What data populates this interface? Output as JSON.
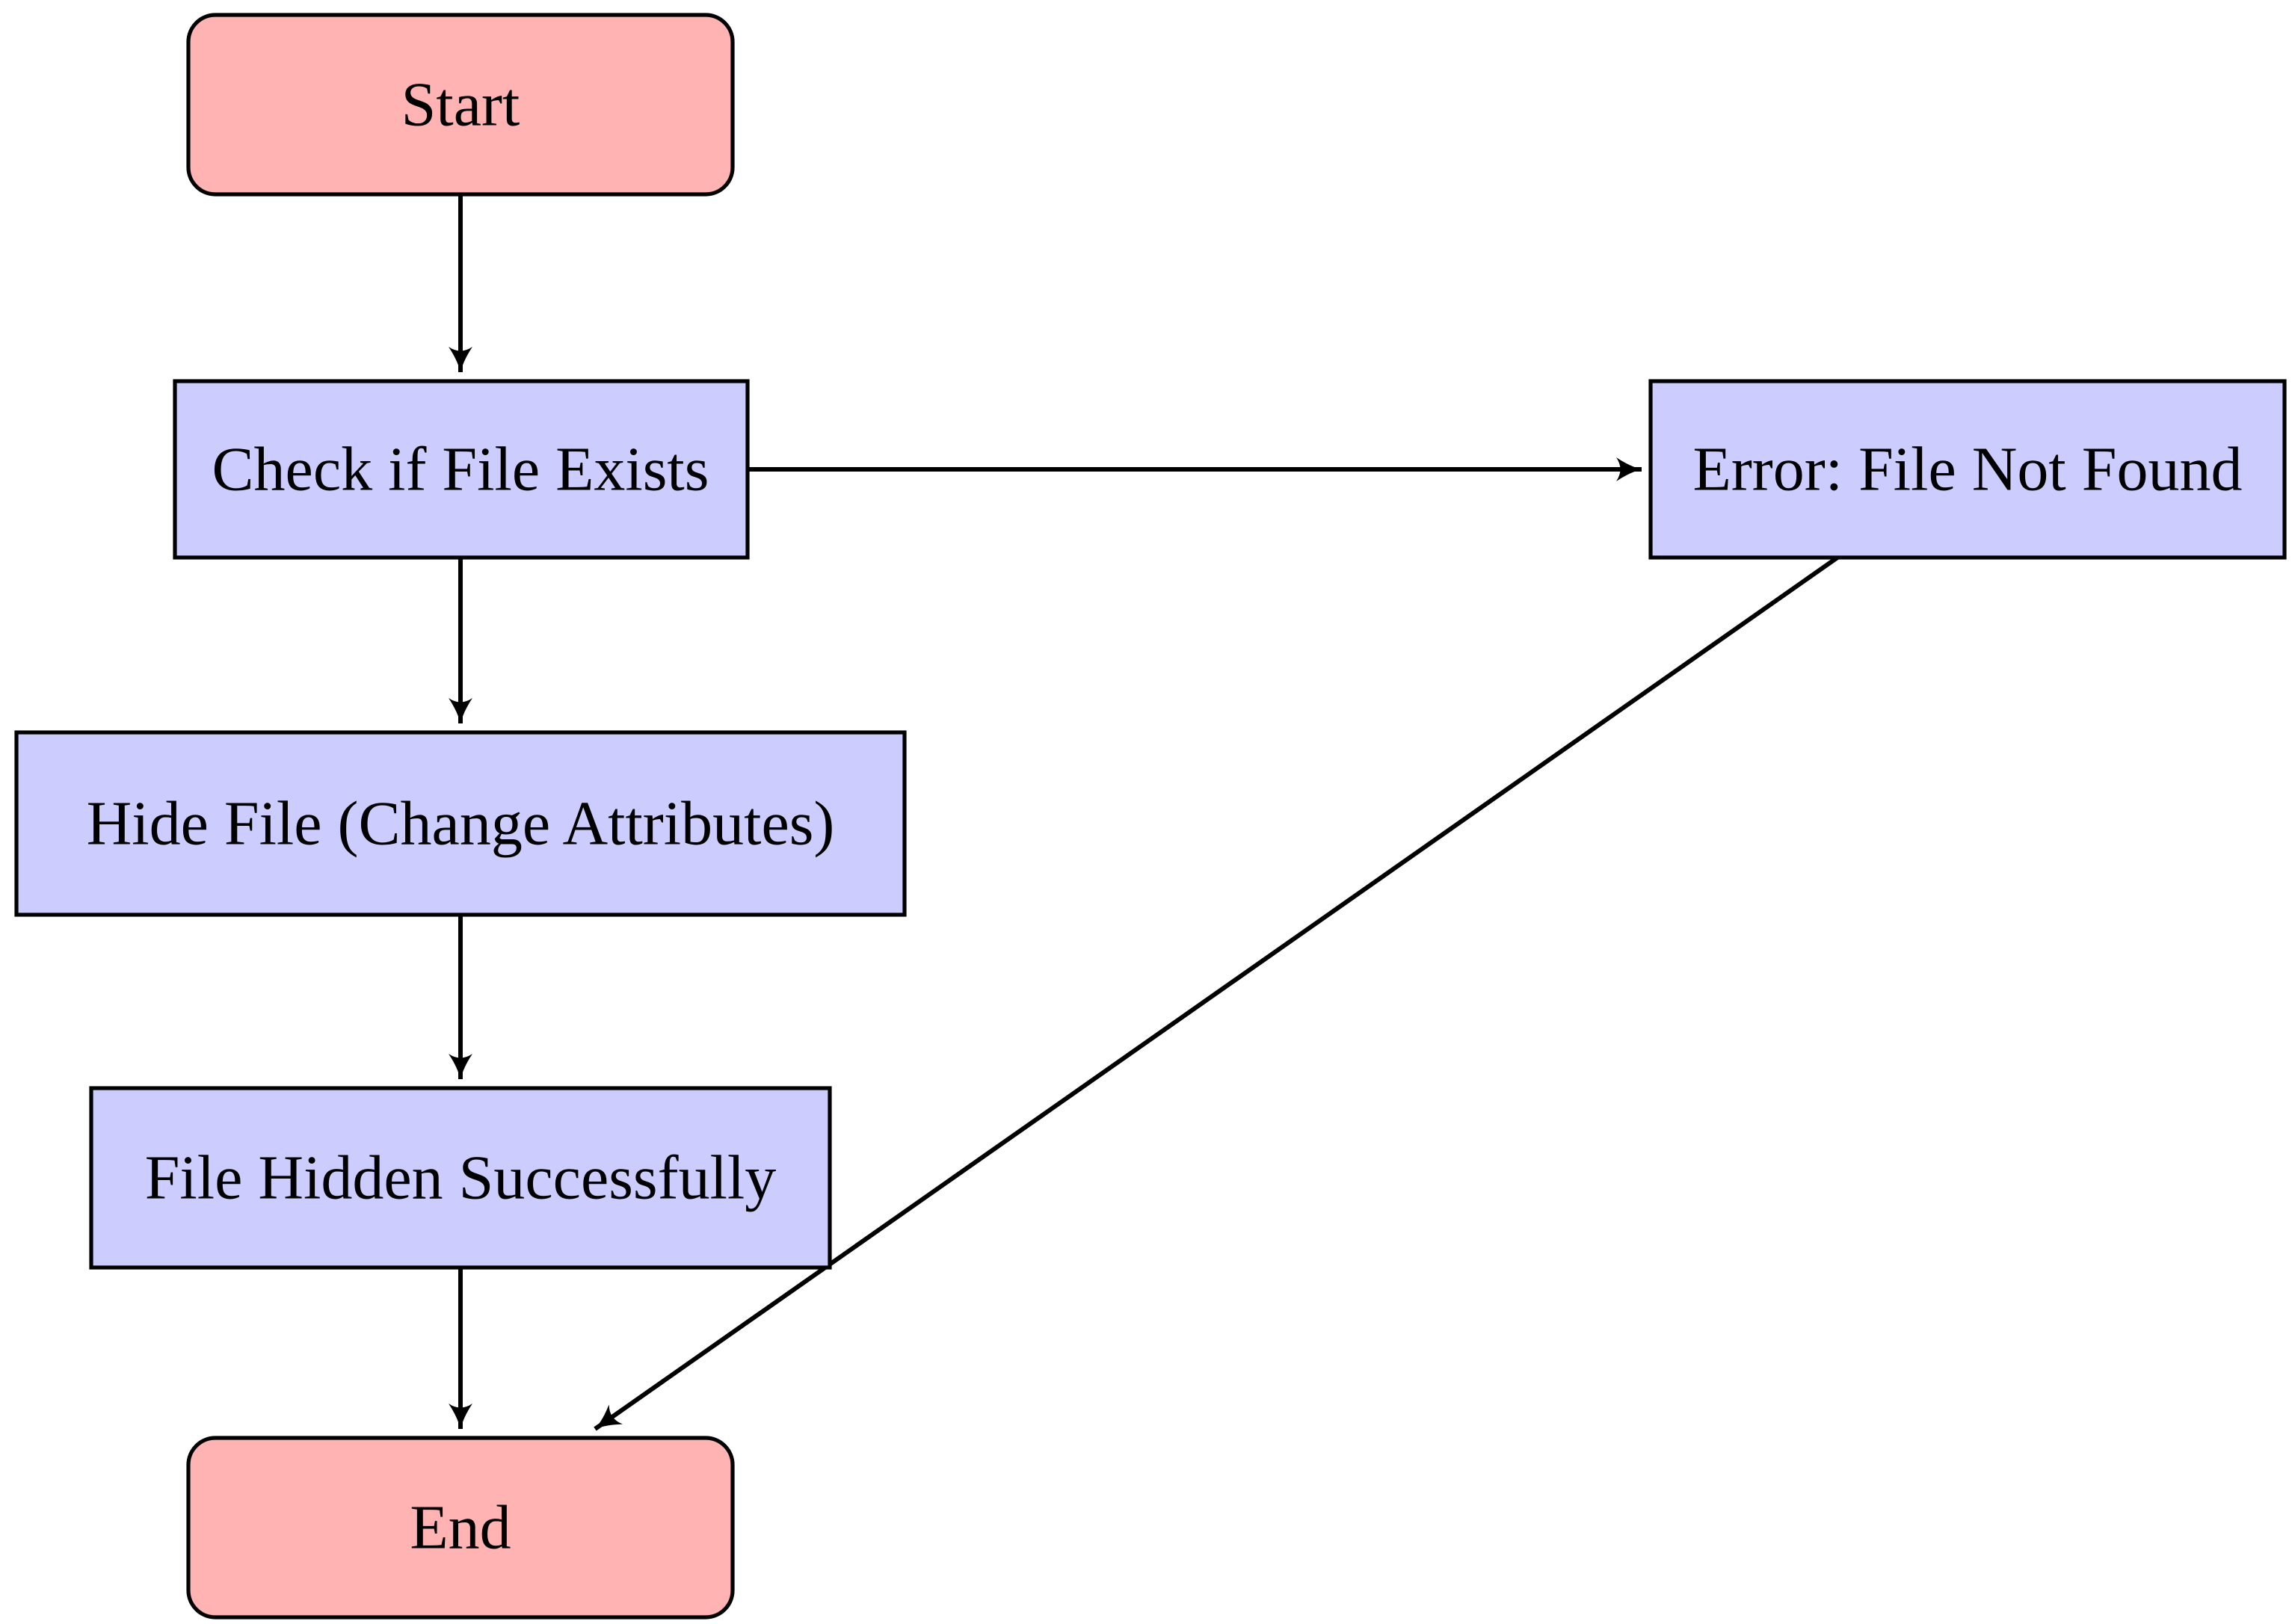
{
  "diagram": {
    "type": "flowchart",
    "background_color": "#ffffff",
    "border_color": "#000000",
    "arrow_color": "#000000",
    "text_color": "#000000",
    "node_fills": {
      "terminal": "#ffb3b3",
      "process": "#ccccff"
    },
    "nodes": [
      {
        "id": "start",
        "type": "terminal",
        "label": "Start"
      },
      {
        "id": "check-file-exists",
        "type": "process",
        "label": "Check if File Exists"
      },
      {
        "id": "error-file-not-found",
        "type": "process",
        "label": "Error: File Not Found"
      },
      {
        "id": "hide-file",
        "type": "process",
        "label": "Hide File (Change Attributes)"
      },
      {
        "id": "file-hidden",
        "type": "process",
        "label": "File Hidden Successfully"
      },
      {
        "id": "end",
        "type": "terminal",
        "label": "End"
      }
    ],
    "edges": [
      {
        "from": "start",
        "to": "check-file-exists"
      },
      {
        "from": "check-file-exists",
        "to": "error-file-not-found"
      },
      {
        "from": "check-file-exists",
        "to": "hide-file"
      },
      {
        "from": "hide-file",
        "to": "file-hidden"
      },
      {
        "from": "file-hidden",
        "to": "end"
      },
      {
        "from": "error-file-not-found",
        "to": "end"
      }
    ]
  }
}
